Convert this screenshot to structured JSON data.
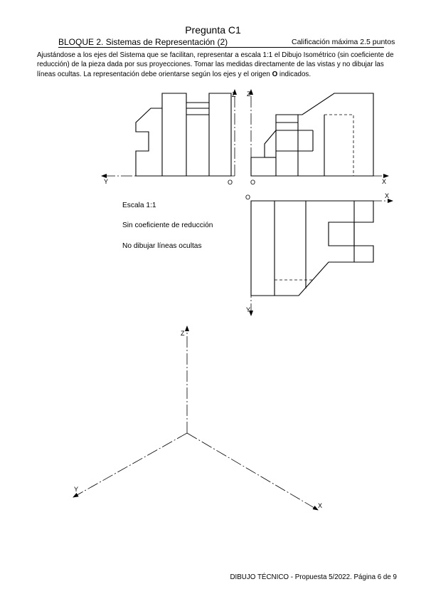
{
  "header": {
    "title": "Pregunta C1",
    "bloque": "BLOQUE 2. Sistemas de Representación (2)",
    "calificacion": "Calificación máxima 2.5 puntos"
  },
  "instructions": {
    "text_before": "Ajustándose a los ejes del Sistema que se facilitan, representar a escala 1:1 el Dibujo Isométrico (sin coeficiente de reducción) de la pieza dada por sus proyecciones. Tomar las medidas directamente de las vistas y no dibujar las líneas ocultas. La representación debe orientarse según los ejes y el origen ",
    "origin": "O",
    "text_after": " indicados."
  },
  "notes": {
    "scale": "Escala 1:1",
    "no_reduction": "Sin coeficiente de reducción",
    "no_hidden": "No dibujar líneas ocultas"
  },
  "axis_labels": {
    "y": "Y",
    "z": "Z",
    "x": "X",
    "origin": "O"
  },
  "footer": "DIBUJO TÉCNICO - Propuesta 5/2022. Página 6 de 9"
}
